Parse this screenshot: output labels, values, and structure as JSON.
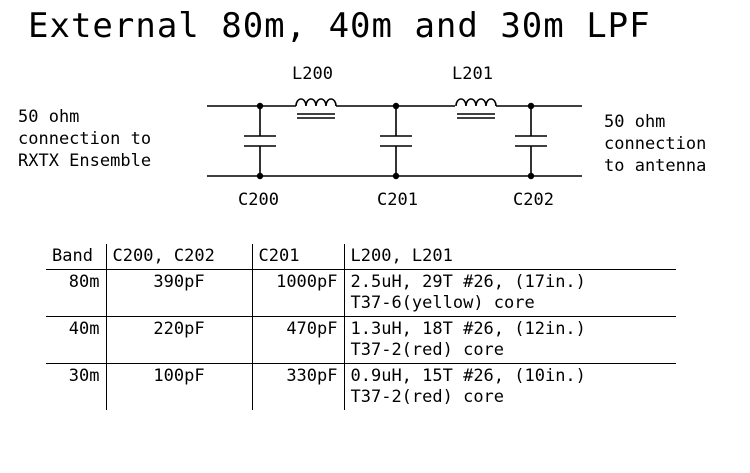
{
  "title": "External 80m, 40m and 30m LPF",
  "schematic": {
    "left_label": [
      "50 ohm",
      "connection to",
      "RXTX Ensemble"
    ],
    "right_label": [
      "50 ohm",
      "connection",
      "to antenna"
    ],
    "inductors": [
      "L200",
      "L201"
    ],
    "capacitors": [
      "C200",
      "C201",
      "C202"
    ]
  },
  "table": {
    "headers": [
      "Band",
      "C200, C202",
      "C201",
      "L200, L201"
    ],
    "rows": [
      {
        "band": "80m",
        "c200_c202": "390pF",
        "c201": "1000pF",
        "inductor": "2.5uH, 29T #26, (17in.)",
        "core": "T37-6(yellow) core"
      },
      {
        "band": "40m",
        "c200_c202": "220pF",
        "c201": "470pF",
        "inductor": "1.3uH, 18T #26, (12in.)",
        "core": "T37-2(red) core"
      },
      {
        "band": "30m",
        "c200_c202": "100pF",
        "c201": "330pF",
        "inductor": "0.9uH, 15T #26, (10in.)",
        "core": "T37-2(red) core"
      }
    ]
  }
}
